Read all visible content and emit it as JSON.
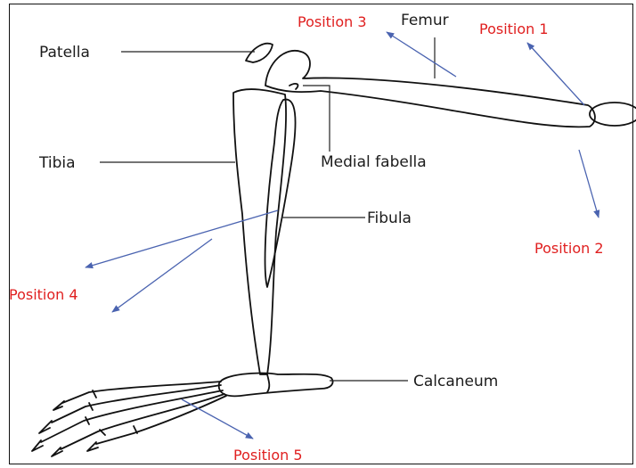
{
  "anatomy_labels": {
    "femur": "Femur",
    "patella": "Patella",
    "tibia": "Tibia",
    "medial_fabella": "Medial fabella",
    "fibula": "Fibula",
    "calcaneum": "Calcaneum"
  },
  "position_labels": {
    "p1": "Position 1",
    "p2": "Position 2",
    "p3": "Position 3",
    "p4": "Position 4",
    "p5": "Position 5"
  },
  "colors": {
    "position_text": "#e02020",
    "arrow": "#4a63b0",
    "line_art": "#111111"
  }
}
